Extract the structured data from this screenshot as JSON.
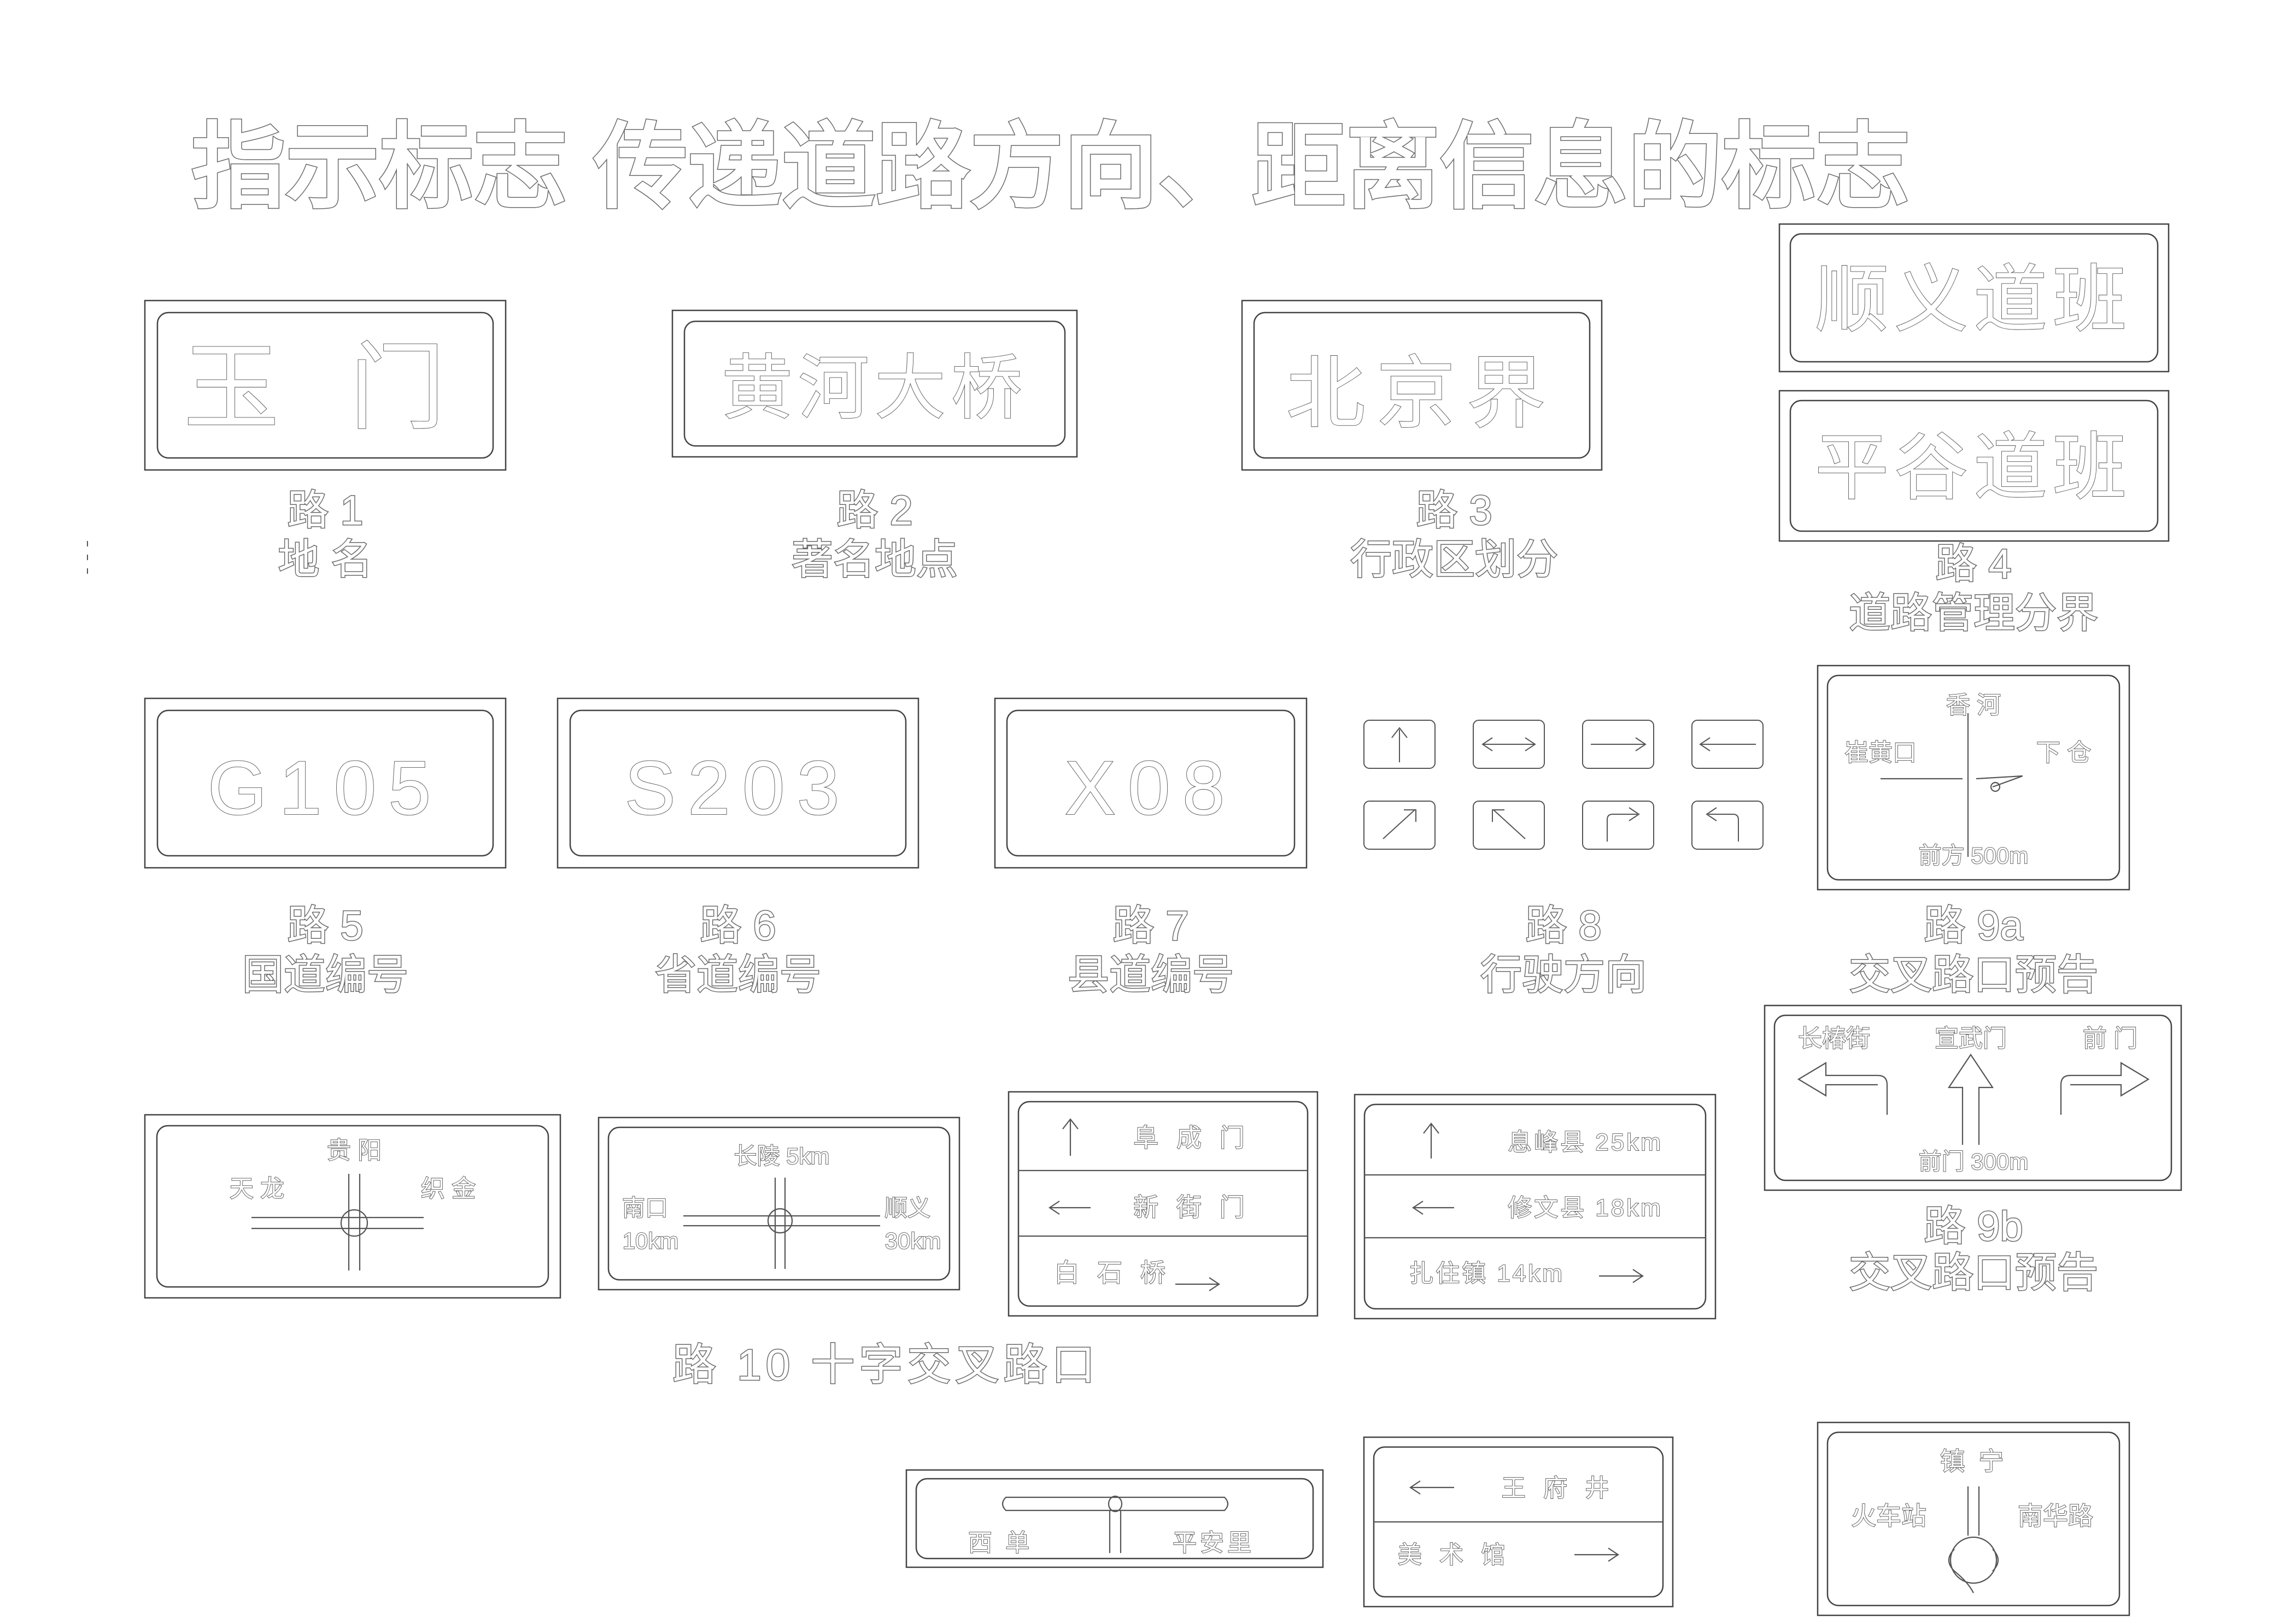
{
  "title": "指示标志  传递道路方向、距离信息的标志",
  "signs": {
    "s1": {
      "text": "玉 门",
      "code": "路 1",
      "caption": "地 名"
    },
    "s2": {
      "text": "黄河大桥",
      "code": "路 2",
      "caption": "著名地点"
    },
    "s3": {
      "text": "北京界",
      "code": "路 3",
      "caption": "行政区划分"
    },
    "s4": {
      "text_a": "顺义道班",
      "text_b": "平谷道班",
      "code": "路 4",
      "caption": "道路管理分界"
    },
    "s5": {
      "text": "G105",
      "code": "路 5",
      "caption": "国道编号"
    },
    "s6": {
      "text": "S203",
      "code": "路 6",
      "caption": "省道编号"
    },
    "s7": {
      "text": "X08",
      "code": "路 7",
      "caption": "县道编号"
    },
    "s8": {
      "code": "路 8",
      "caption": "行驶方向"
    },
    "s9a": {
      "top": "香 河",
      "left": "崔黄口",
      "right": "下 仓",
      "bottom": "前方 500m",
      "code": "路 9a",
      "caption": "交叉路口预告"
    },
    "s9b": {
      "left": "长椿街",
      "center": "宣武门",
      "right": "前 门",
      "bottom": "前门 300m",
      "code": "路 9b",
      "caption": "交叉路口预告"
    },
    "s10": {
      "caption": "路 10  十字交叉路口"
    },
    "s10a": {
      "top": "贵 阳",
      "left": "天 龙",
      "right": "织 金"
    },
    "s10b": {
      "top": "长陵 5km",
      "left1": "南口",
      "left2": "10km",
      "right1": "顺义",
      "right2": "30km"
    },
    "s10c": {
      "row1": "阜 成 门",
      "row2": "新 街 门",
      "row3": "白 石 桥"
    },
    "s10d": {
      "row1": "息峰县 25km",
      "row2": "修文县 18km",
      "row3": "扎住镇 14km"
    },
    "s11": {
      "left": "西 单",
      "right": "平安里"
    },
    "s12": {
      "row1": "王 府 井",
      "row2": "美 术 馆"
    },
    "s13": {
      "top": "镇 宁",
      "left": "火车站",
      "right": "南华路"
    }
  },
  "colors": {
    "outline": "#6a6a6a",
    "line": "#555555",
    "background": "#ffffff"
  }
}
